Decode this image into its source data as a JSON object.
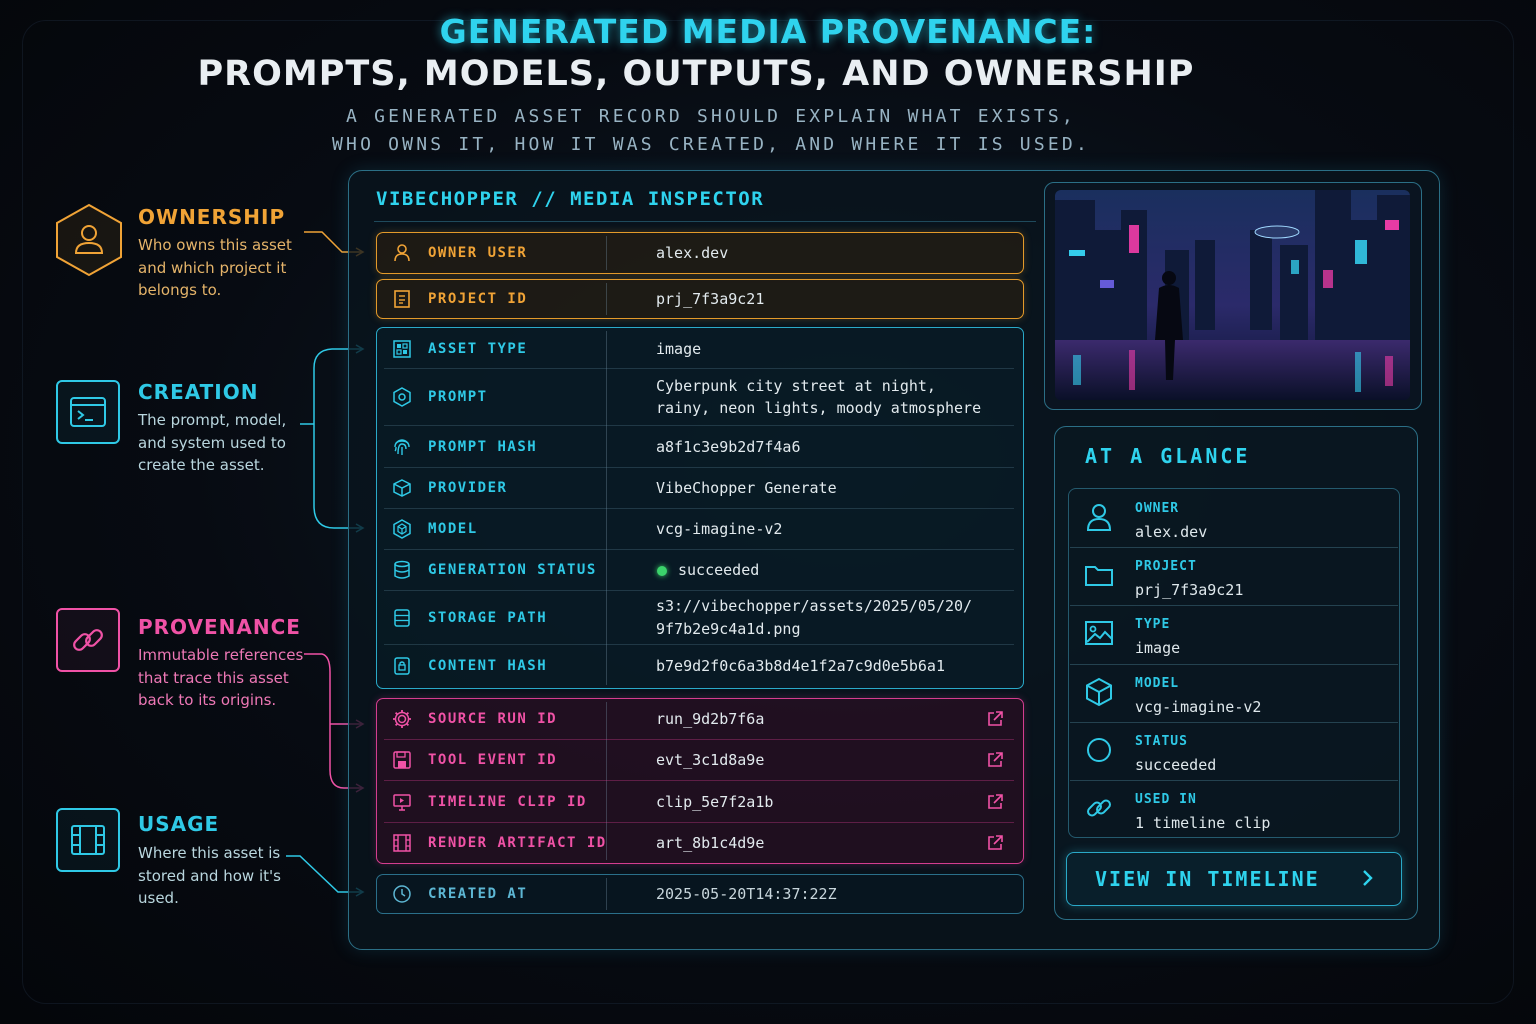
{
  "header": {
    "title_line1": "GENERATED MEDIA PROVENANCE:",
    "title_line2": "PROMPTS, MODELS, OUTPUTS, AND OWNERSHIP",
    "subtitle_line1": "A GENERATED ASSET RECORD SHOULD EXPLAIN WHAT EXISTS,",
    "subtitle_line2": "WHO OWNS IT, HOW IT WAS CREATED, AND WHERE IT IS USED."
  },
  "legend": [
    {
      "title": "OWNERSHIP",
      "desc": "Who owns this asset and which project it belongs to.",
      "color": "#f0a336",
      "icon": "user-icon"
    },
    {
      "title": "CREATION",
      "desc": "The prompt, model, and system used to create the asset.",
      "color": "#2fc9e6",
      "icon": "terminal-icon"
    },
    {
      "title": "PROVENANCE",
      "desc": "Immutable references that trace this asset back to its origins.",
      "color": "#f052a6",
      "icon": "link-icon"
    },
    {
      "title": "USAGE",
      "desc": "Where this asset is stored and how it's used.",
      "color": "#2fc9e6",
      "icon": "film-icon"
    }
  ],
  "inspector": {
    "title": "VIBECHOPPER // MEDIA INSPECTOR",
    "ownership": [
      {
        "label": "OWNER USER",
        "value": "alex.dev",
        "icon": "user-icon"
      },
      {
        "label": "PROJECT ID",
        "value": "prj_7f3a9c21",
        "icon": "document-icon"
      }
    ],
    "creation": [
      {
        "label": "ASSET TYPE",
        "value": "image",
        "icon": "grid-icon"
      },
      {
        "label": "PROMPT",
        "value_line1": "Cyberpunk city street at night,",
        "value_line2": "rainy, neon lights, moody atmosphere",
        "icon": "hexagon-icon"
      },
      {
        "label": "PROMPT HASH",
        "value": "a8f1c3e9b2d7f4a6",
        "icon": "fingerprint-icon"
      },
      {
        "label": "PROVIDER",
        "value": "VibeChopper Generate",
        "icon": "cube-icon"
      },
      {
        "label": "MODEL",
        "value": "vcg-imagine-v2",
        "icon": "cube-outline-icon"
      },
      {
        "label": "GENERATION STATUS",
        "value": "succeeded",
        "icon": "database-icon",
        "status_color": "#3bd36b"
      },
      {
        "label": "STORAGE PATH",
        "value_line1": "s3://vibechopper/assets/2025/05/20/",
        "value_line2": "9f7b2e9c4a1d.png",
        "icon": "server-icon"
      },
      {
        "label": "CONTENT HASH",
        "value": "b7e9d2f0c6a3b8d4e1f2a7c9d0e5b6a1",
        "icon": "lock-file-icon"
      }
    ],
    "provenance": [
      {
        "label": "SOURCE RUN ID",
        "value": "run_9d2b7f6a",
        "icon": "gear-icon"
      },
      {
        "label": "TOOL EVENT ID",
        "value": "evt_3c1d8a9e",
        "icon": "save-icon"
      },
      {
        "label": "TIMELINE CLIP ID",
        "value": "clip_5e7f2a1b",
        "icon": "monitor-icon"
      },
      {
        "label": "RENDER ARTIFACT ID",
        "value": "art_8b1c4d9e",
        "icon": "film-icon"
      }
    ],
    "usage": [
      {
        "label": "CREATED AT",
        "value": "2025-05-20T14:37:22Z",
        "icon": "clock-icon"
      }
    ]
  },
  "glance": {
    "title": "AT A GLANCE",
    "items": [
      {
        "key": "OWNER",
        "value": "alex.dev",
        "icon": "user-icon"
      },
      {
        "key": "PROJECT",
        "value": "prj_7f3a9c21",
        "icon": "folder-icon"
      },
      {
        "key": "TYPE",
        "value": "image",
        "icon": "image-icon"
      },
      {
        "key": "MODEL",
        "value": "vcg-imagine-v2",
        "icon": "cube-icon"
      },
      {
        "key": "STATUS",
        "value": "succeeded",
        "icon": "circle-icon"
      },
      {
        "key": "USED IN",
        "value": "1 timeline clip",
        "icon": "link-icon"
      }
    ],
    "button_label": "VIEW IN TIMELINE"
  },
  "colors": {
    "ownership": "#f0a336",
    "creation": "#2fc9e6",
    "provenance": "#f052a6",
    "accent": "#2fd3ee"
  }
}
